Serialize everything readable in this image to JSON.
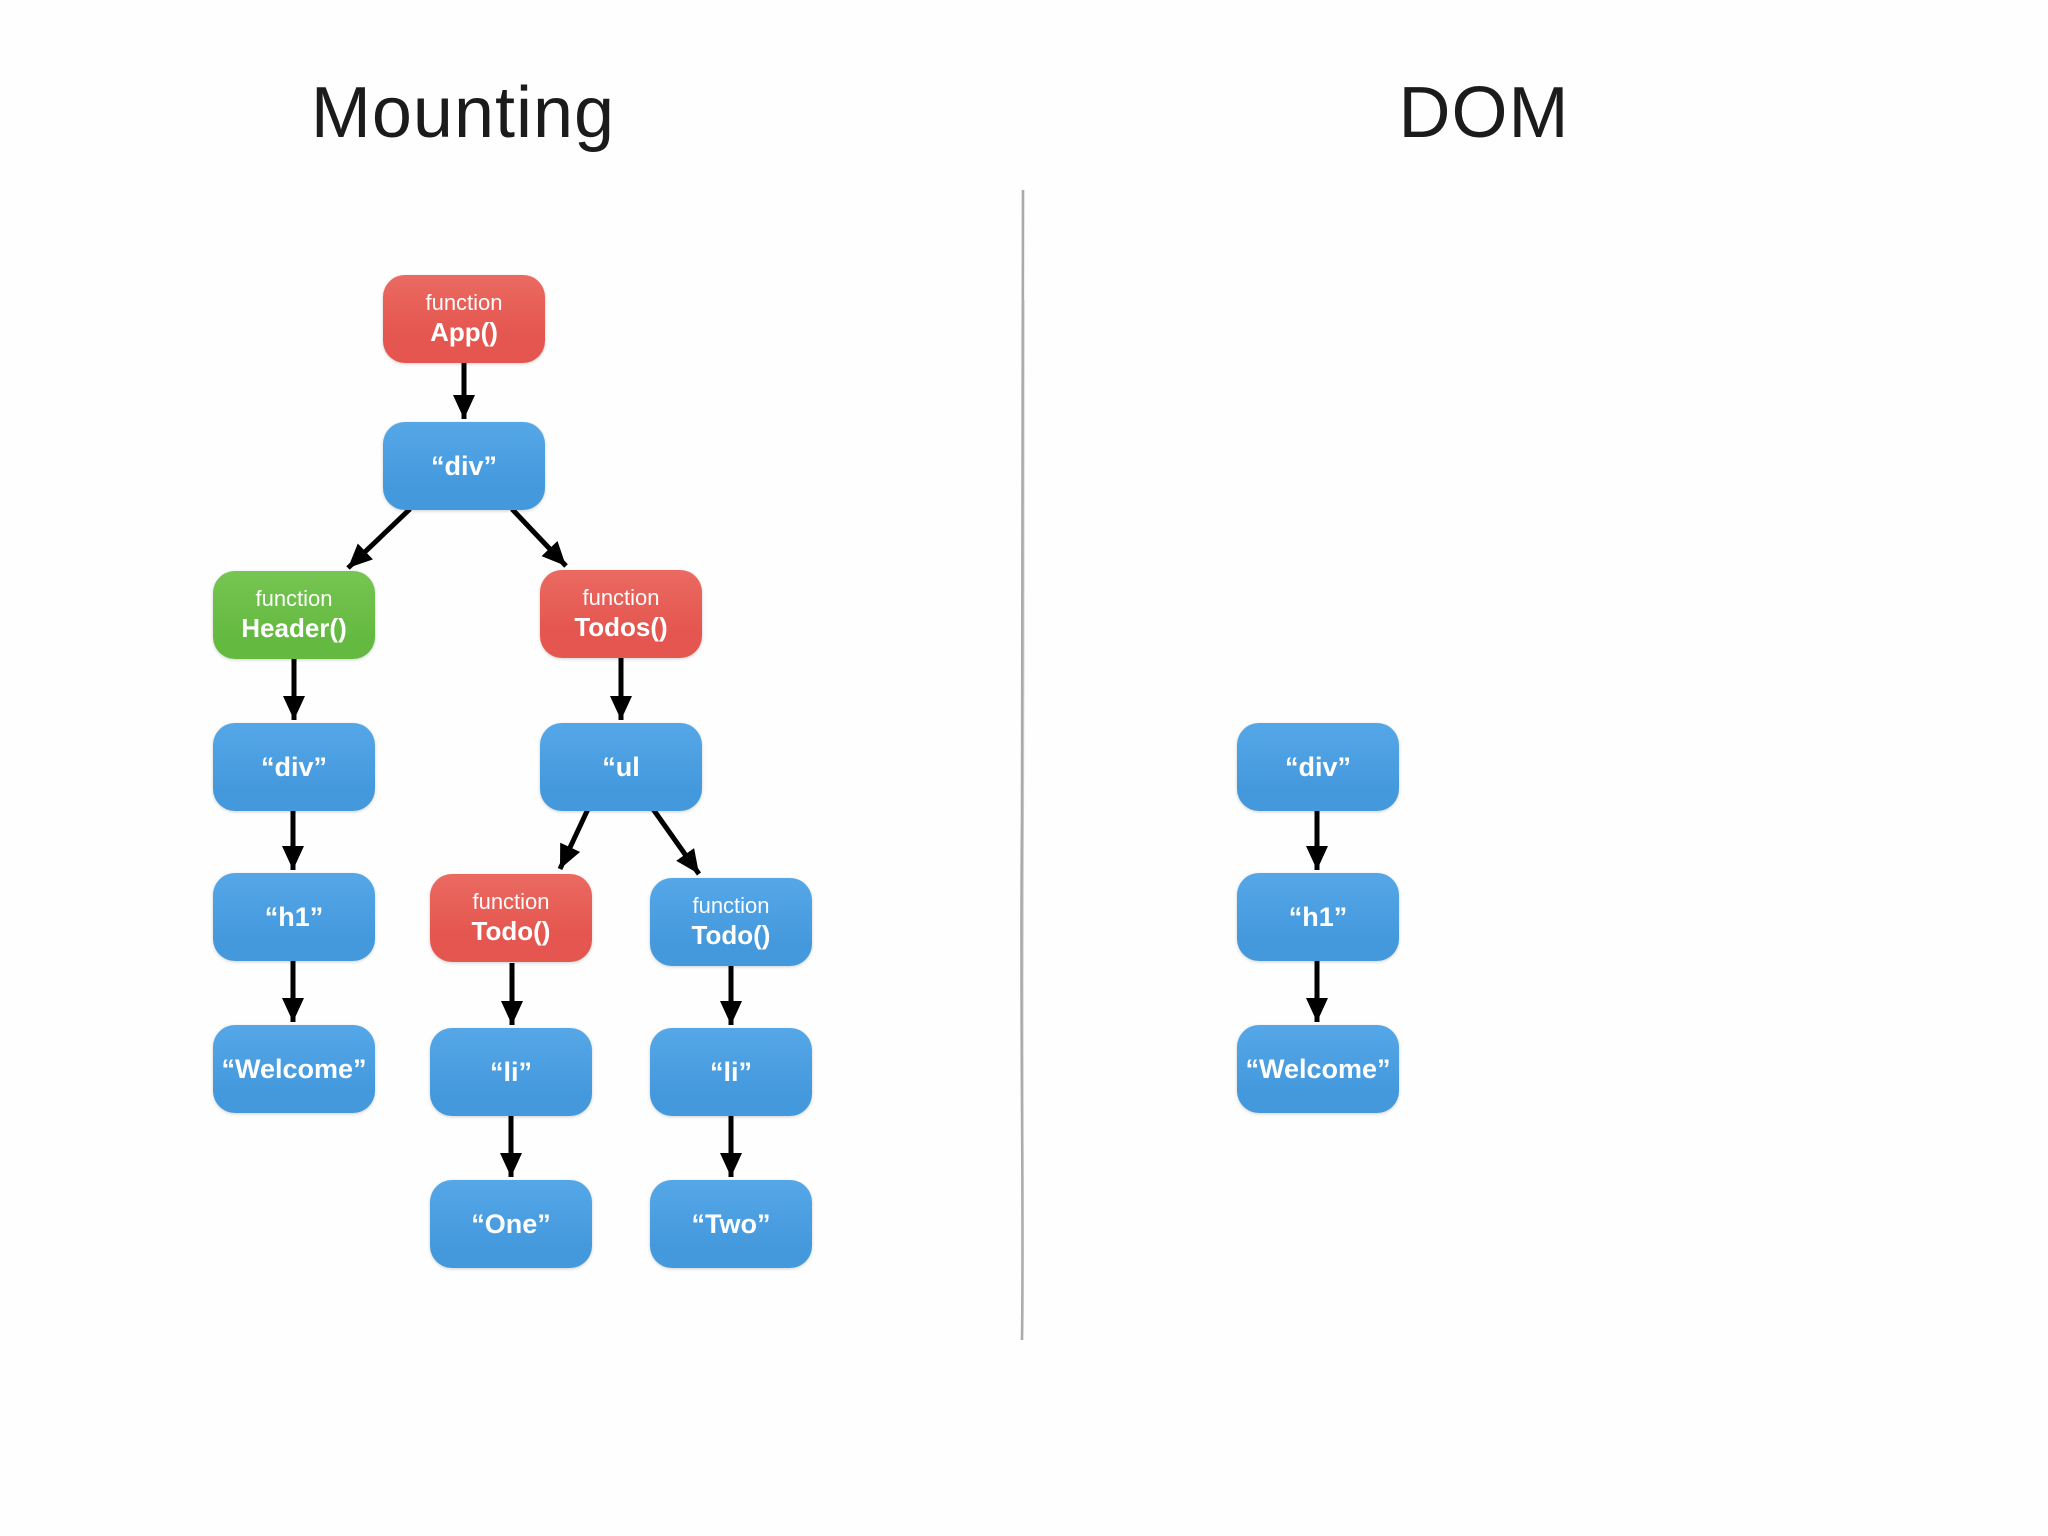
{
  "titles": {
    "mounting": "Mounting",
    "dom": "DOM"
  },
  "colors": {
    "function_component_red": "#e4564f",
    "function_component_green": "#6cbe45",
    "host_element_blue": "#4a9fe1",
    "node_text": "#ffffff",
    "arrow": "#000000",
    "divider": "#9b9b9b",
    "title_text": "#1b1b1b",
    "background": "#fefefe"
  },
  "mounting": {
    "app": {
      "line1": "function",
      "line2": "App()"
    },
    "root_div": {
      "label": "“div”"
    },
    "header": {
      "line1": "function",
      "line2": "Header()"
    },
    "todos": {
      "line1": "function",
      "line2": "Todos()"
    },
    "header_div": {
      "label": "“div”"
    },
    "ul": {
      "label": "“ul"
    },
    "h1": {
      "label": "“h1”"
    },
    "todo_left": {
      "line1": "function",
      "line2": "Todo()"
    },
    "todo_right": {
      "line1": "function",
      "line2": "Todo()"
    },
    "welcome": {
      "label": "“Welcome”"
    },
    "li_left": {
      "label": "“li”"
    },
    "li_right": {
      "label": "“li”"
    },
    "one": {
      "label": "“One”"
    },
    "two": {
      "label": "“Two”"
    }
  },
  "dom": {
    "div": {
      "label": "“div”"
    },
    "h1": {
      "label": "“h1”"
    },
    "welcome": {
      "label": "“Welcome”"
    }
  }
}
